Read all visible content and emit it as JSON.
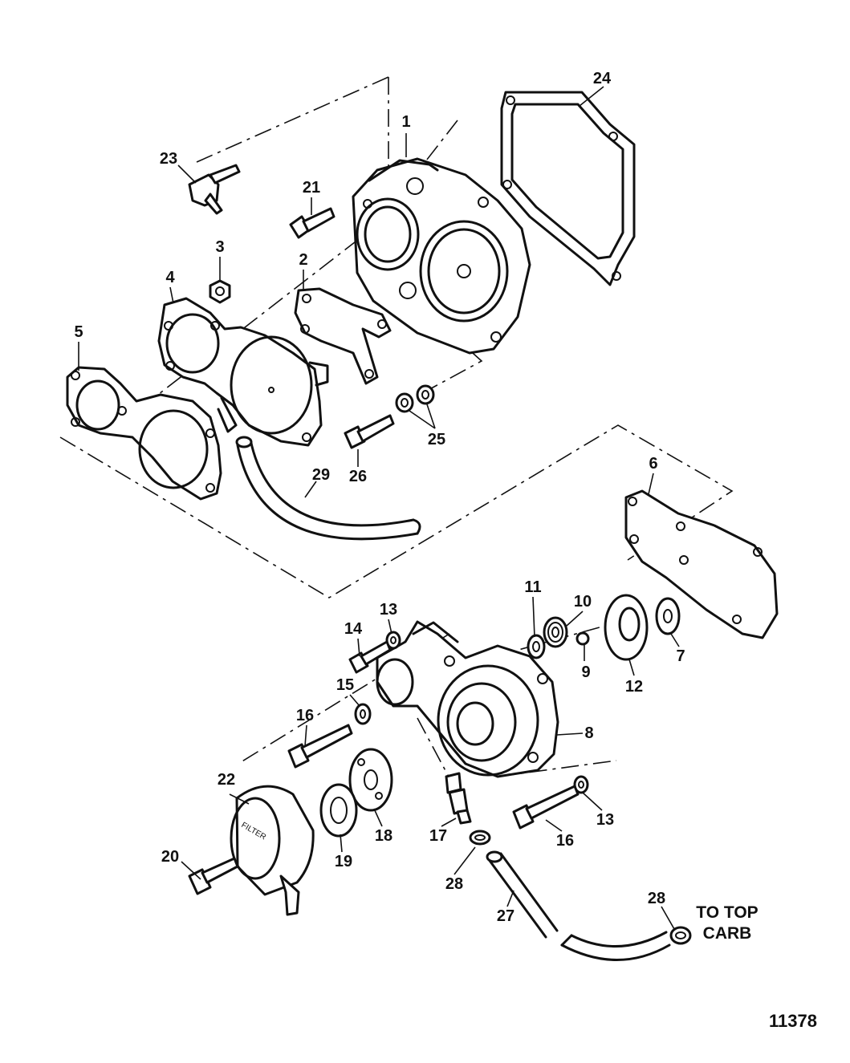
{
  "diagram": {
    "figure_number": "11378",
    "note_line1": "TO TOP",
    "note_line2": "CARB",
    "filter_text": "FILTER",
    "callouts": [
      {
        "id": "c1",
        "text": "1"
      },
      {
        "id": "c2",
        "text": "2"
      },
      {
        "id": "c3",
        "text": "3"
      },
      {
        "id": "c4",
        "text": "4"
      },
      {
        "id": "c5",
        "text": "5"
      },
      {
        "id": "c6",
        "text": "6"
      },
      {
        "id": "c7",
        "text": "7"
      },
      {
        "id": "c8",
        "text": "8"
      },
      {
        "id": "c9",
        "text": "9"
      },
      {
        "id": "c10",
        "text": "10"
      },
      {
        "id": "c11",
        "text": "11"
      },
      {
        "id": "c12",
        "text": "12"
      },
      {
        "id": "c13a",
        "text": "13"
      },
      {
        "id": "c13b",
        "text": "13"
      },
      {
        "id": "c14",
        "text": "14"
      },
      {
        "id": "c15",
        "text": "15"
      },
      {
        "id": "c16a",
        "text": "16"
      },
      {
        "id": "c16b",
        "text": "16"
      },
      {
        "id": "c17",
        "text": "17"
      },
      {
        "id": "c18",
        "text": "18"
      },
      {
        "id": "c19",
        "text": "19"
      },
      {
        "id": "c20",
        "text": "20"
      },
      {
        "id": "c21",
        "text": "21"
      },
      {
        "id": "c22",
        "text": "22"
      },
      {
        "id": "c23",
        "text": "23"
      },
      {
        "id": "c24",
        "text": "24"
      },
      {
        "id": "c25",
        "text": "25"
      },
      {
        "id": "c26",
        "text": "26"
      },
      {
        "id": "c27",
        "text": "27"
      },
      {
        "id": "c28a",
        "text": "28"
      },
      {
        "id": "c28b",
        "text": "28"
      },
      {
        "id": "c29",
        "text": "29"
      }
    ]
  }
}
